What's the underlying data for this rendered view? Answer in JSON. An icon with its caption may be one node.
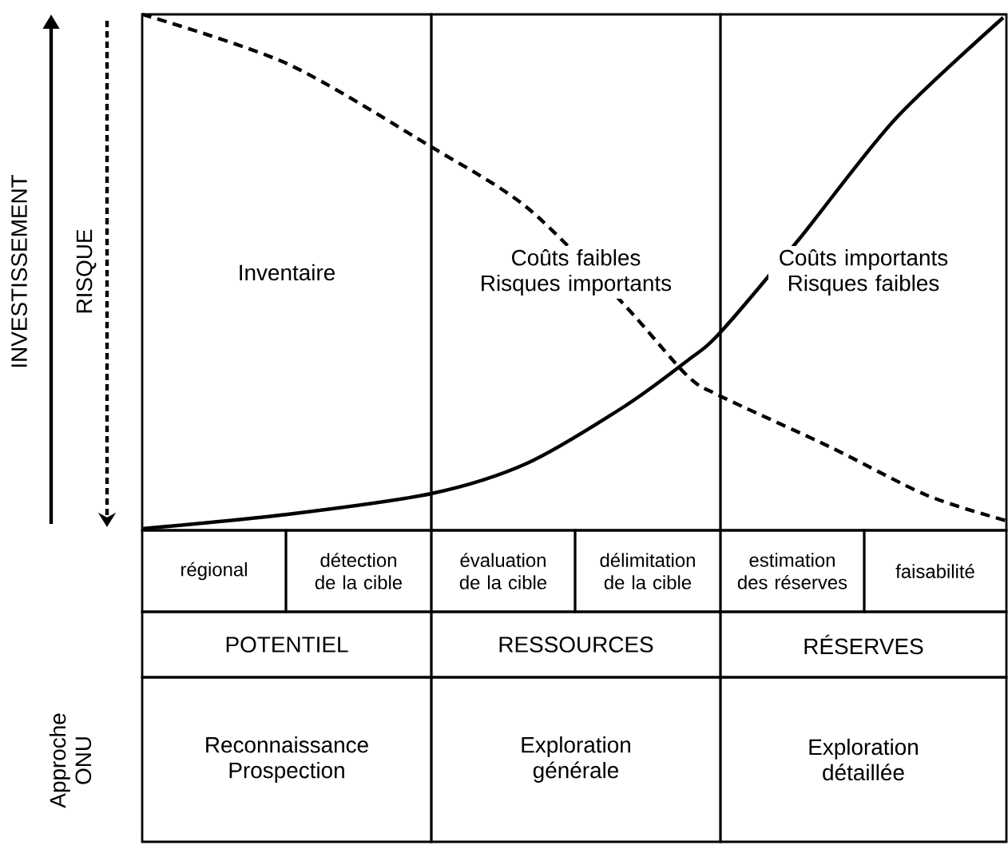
{
  "diagram": {
    "nodes": [
      {
        "text": [
          "Inventaire"
        ]
      },
      {
        "text": [
          "Coûts faibles Risques importants"
        ]
      },
      {
        "text": [
          "Coûts importants Risques faibles"
        ]
      },
      {
        "text": [
          "régional"
        ]
      },
      {
        "text": [
          "détection de la cible"
        ]
      },
      {
        "text": [
          "évaluation de la cible"
        ]
      },
      {
        "text": [
          "délimitation de la cible"
        ]
      },
      {
        "text": [
          "estimation des réserves"
        ]
      },
      {
        "text": [
          "faisabilité"
        ]
      },
      {
        "text": [
          "POTENTIEL"
        ]
      },
      {
        "text": [
          "RESSOURCES"
        ]
      },
      {
        "text": [
          "RÉSERVES"
        ]
      },
      {
        "text": [
          "Reconnaissance Prospection"
        ]
      },
      {
        "text": [
          "Exploration générale"
        ]
      },
      {
        "text": [
          "Exploration détaillée"
        ]
      }
    ],
    "edges": [],
    "labels": [
      "INVESTISSEMENT",
      "RISQUE",
      "Approche ONU"
    ]
  }
}
